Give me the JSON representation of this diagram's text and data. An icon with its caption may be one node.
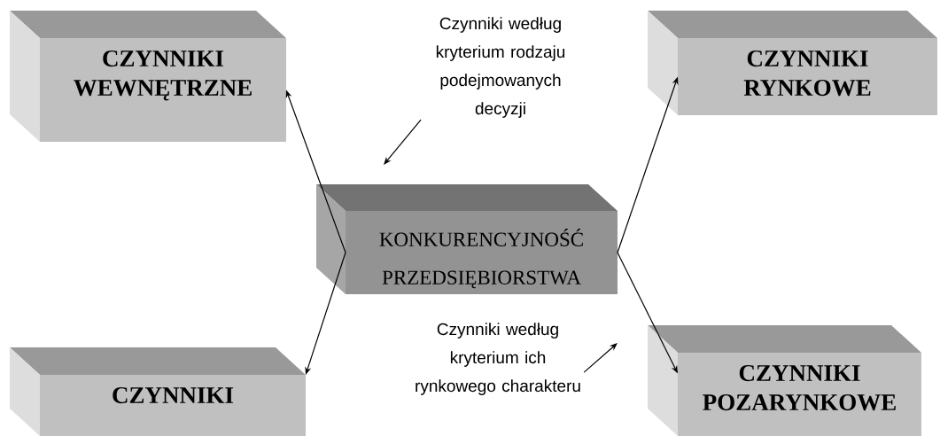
{
  "diagram": {
    "nodes": [
      {
        "text": [
          "CZYNNIKI WEWNĘTRZNE"
        ]
      },
      {
        "text": [
          "CZYNNIKI RYNKOWE"
        ]
      },
      {
        "text": [
          "KONKURENCYJNOŚĆ PRZEDSIĘBIORSTWA"
        ]
      },
      {
        "text": [
          "CZYNNIKI"
        ]
      },
      {
        "text": [
          "CZYNNIKI POZARYNKOWE"
        ]
      },
      {
        "text": [
          "Czynniki według kryterium rodzaju podejmowanych decyzji"
        ]
      },
      {
        "text": [
          "Czynniki według kryterium ich rynkowego charakteru"
        ]
      }
    ],
    "edges": [
      {
        "from": 2,
        "to": 0,
        "arrow": "to"
      },
      {
        "from": 2,
        "to": 1,
        "arrow": "to"
      },
      {
        "from": 2,
        "to": 3,
        "arrow": "to"
      },
      {
        "from": 2,
        "to": 4,
        "arrow": "to"
      },
      {
        "from": 5,
        "to": null,
        "arrow": "to"
      },
      {
        "from": 6,
        "to": null,
        "arrow": "to"
      }
    ]
  }
}
